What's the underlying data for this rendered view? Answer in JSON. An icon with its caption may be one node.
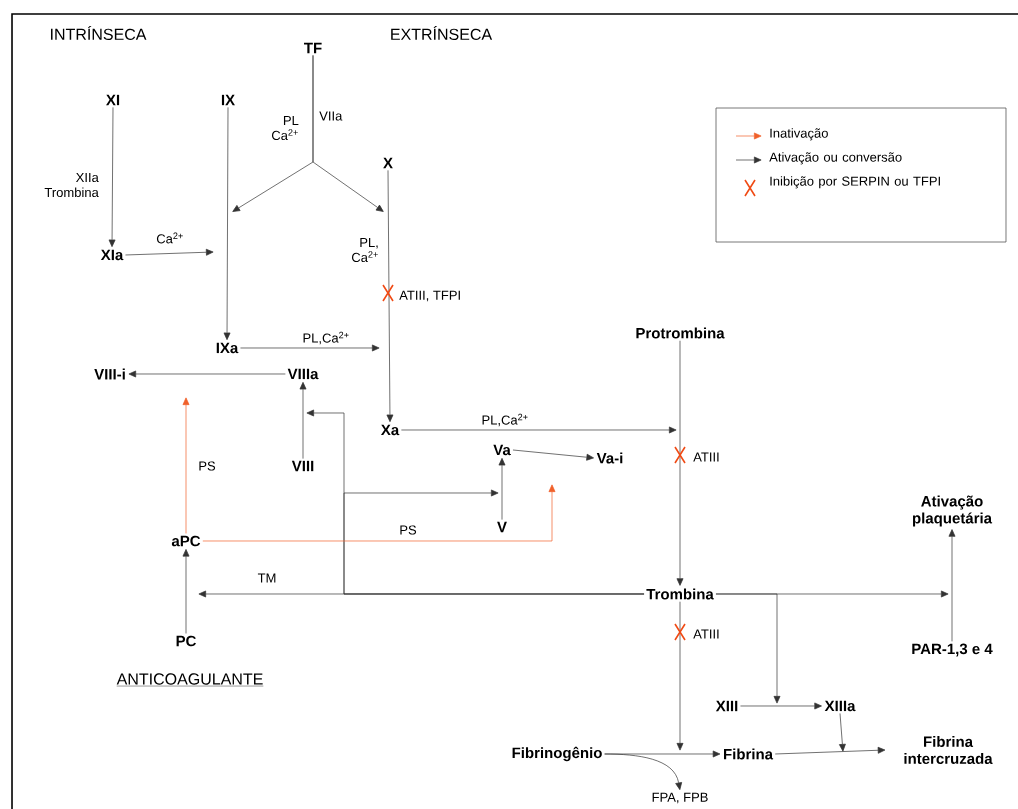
{
  "diagram": {
    "nodes": [
      {
        "text": [
          "TF"
        ]
      },
      {
        "text": [
          "XI"
        ]
      },
      {
        "text": [
          "IX"
        ]
      },
      {
        "text": [
          "X"
        ]
      },
      {
        "text": [
          "XIa"
        ]
      },
      {
        "text": [
          "IXa"
        ]
      },
      {
        "text": [
          "VIIIa"
        ]
      },
      {
        "text": [
          "VIII-i"
        ]
      },
      {
        "text": [
          "VIII"
        ]
      },
      {
        "text": [
          "Xa"
        ]
      },
      {
        "text": [
          "Va"
        ]
      },
      {
        "text": [
          "Va-i"
        ]
      },
      {
        "text": [
          "V"
        ]
      },
      {
        "text": [
          "aPC"
        ]
      },
      {
        "text": [
          "PC"
        ]
      },
      {
        "text": [
          "Protrombina"
        ]
      },
      {
        "text": [
          "Trombina"
        ]
      },
      {
        "text": [
          "Ativação plaquetária"
        ]
      },
      {
        "text": [
          "PAR-1,3 e 4"
        ]
      },
      {
        "text": [
          "XIII"
        ]
      },
      {
        "text": [
          "XIIIa"
        ]
      },
      {
        "text": [
          "Fibrinogênio"
        ]
      },
      {
        "text": [
          "Fibrina"
        ]
      },
      {
        "text": [
          "Fibrina intercruzada"
        ]
      },
      {
        "text": [
          "FPA, FPB"
        ]
      }
    ],
    "edges": [
      {
        "from": 1,
        "to": 4,
        "arrow": "to",
        "label": "XIIa Trombina"
      },
      {
        "from": 2,
        "to": 5,
        "arrow": "to"
      },
      {
        "from": 3,
        "to": 9,
        "arrow": "to",
        "label": "PL, Ca$^{2+}$"
      },
      {
        "from": 0,
        "to": null,
        "arrow": "to",
        "label": "PL Ca$^{2+}$"
      },
      {
        "from": 0,
        "to": null,
        "arrow": "to",
        "label": "VIIa"
      },
      {
        "from": 4,
        "to": null,
        "arrow": "to",
        "label": "Ca$^{2+}$"
      },
      {
        "from": 5,
        "to": null,
        "arrow": "to",
        "label": "PL,Ca$^{2+}$"
      },
      {
        "from": 6,
        "to": 7,
        "arrow": "to"
      },
      {
        "from": 8,
        "to": 6,
        "arrow": "to"
      },
      {
        "from": 16,
        "to": null,
        "arrow": "to",
        "label": "TM"
      },
      {
        "from": 16,
        "to": null,
        "arrow": "to"
      },
      {
        "from": 16,
        "to": null,
        "arrow": "to"
      },
      {
        "from": 14,
        "to": 13,
        "arrow": "to"
      },
      {
        "from": 13,
        "to": null,
        "arrow": "to",
        "label": "PS",
        "color": "#f0602a"
      },
      {
        "from": 13,
        "to": null,
        "arrow": "to",
        "label": "PS",
        "color": "#f0602a"
      },
      {
        "from": 9,
        "to": null,
        "arrow": "to",
        "label": "PL,Ca$^{2+}$"
      },
      {
        "from": 12,
        "to": 10,
        "arrow": "to"
      },
      {
        "from": 10,
        "to": 11,
        "arrow": "to"
      },
      {
        "from": 15,
        "to": 16,
        "arrow": "to"
      },
      {
        "from": 16,
        "to": null,
        "arrow": "to"
      },
      {
        "from": 21,
        "to": 22,
        "arrow": "to"
      },
      {
        "from": 21,
        "to": 24,
        "arrow": "to"
      },
      {
        "from": 16,
        "to": null,
        "arrow": "to"
      },
      {
        "from": 16,
        "to": null,
        "arrow": "to"
      },
      {
        "from": 18,
        "to": 17,
        "arrow": "to"
      },
      {
        "from": 19,
        "to": 20,
        "arrow": "to"
      },
      {
        "from": 20,
        "to": null,
        "arrow": "to"
      },
      {
        "from": 22,
        "to": 23,
        "arrow": "to"
      }
    ],
    "labels": [
      "INTRÍNSECA",
      "EXTRÍNSECA",
      "ATIII, TFPI",
      "ATIII",
      "ATIII",
      "ANTICOAGULANTE"
    ],
    "legend": [
      {
        "text": "Inativação"
      },
      {
        "text": "Ativação ou conversão"
      },
      {
        "text": "Inibição por SERPIN ou TFPI"
      }
    ]
  }
}
